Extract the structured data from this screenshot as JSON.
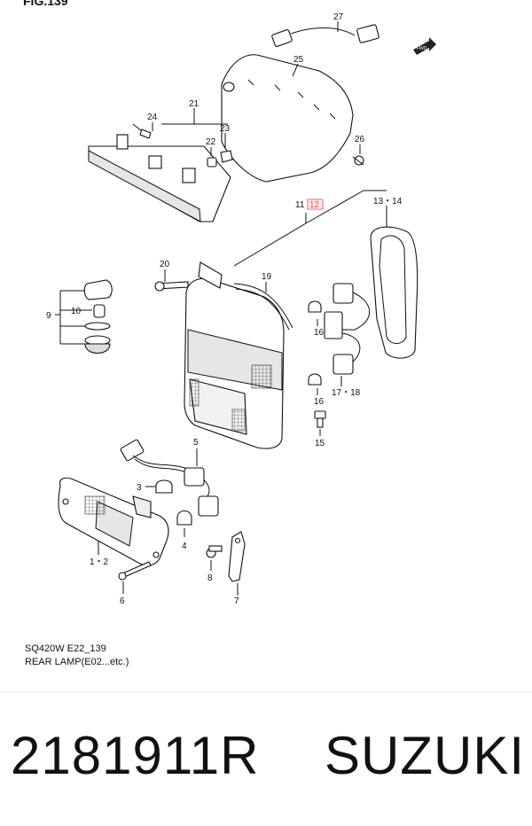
{
  "header_fragment": "FIG.139",
  "callouts": {
    "c27": "27",
    "c25": "25",
    "c24": "24",
    "c21": "21",
    "c22": "22",
    "c23": "23",
    "c26": "26",
    "c11": "11",
    "c12": "12",
    "c1314": "13・14",
    "c20": "20",
    "c19": "19",
    "c9": "9",
    "c10": "10",
    "c16a": "16",
    "c16b": "16",
    "c1718": "17・18",
    "c15": "15",
    "c5": "5",
    "c3": "3",
    "c4": "4",
    "c12p": "1・2",
    "c8": "8",
    "c7": "7",
    "c6": "6"
  },
  "fwd_label": "FWD",
  "caption": {
    "code": "SQ420W E22_139",
    "title": "REAR LAMP(E02...etc.)"
  },
  "footer": {
    "part_number": "2181911R",
    "brand": "SUZUKI"
  },
  "colors": {
    "highlight": "#ff3b3b"
  }
}
